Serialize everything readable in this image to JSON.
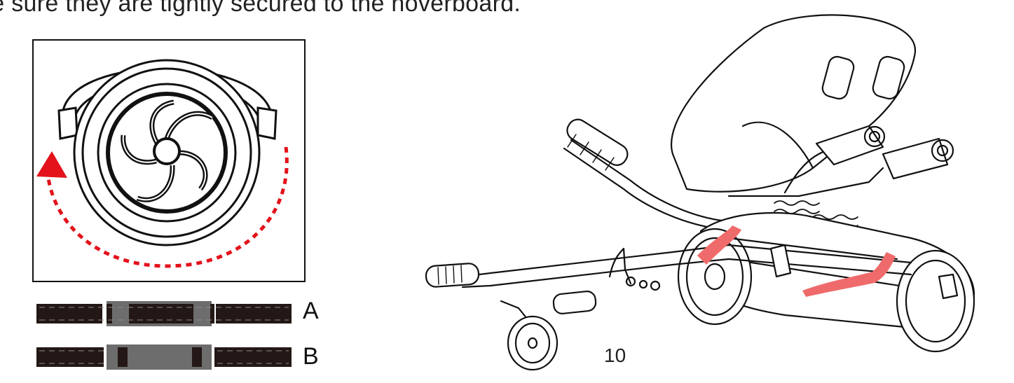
{
  "instruction": {
    "text": "ke sure they are tightly secured to the hoverboard."
  },
  "wheel_diagram": {
    "arrow_color": "#e3121b",
    "icon": "rotate-wheel-icon"
  },
  "straps": {
    "a_label": "A",
    "b_label": "B",
    "strap_color": "#231815",
    "buckle_color": "#6d6d6d"
  },
  "kart": {
    "highlight_color": "#ef6b6b",
    "icon": "hoverkart-illustration"
  },
  "page": {
    "number": "10"
  }
}
